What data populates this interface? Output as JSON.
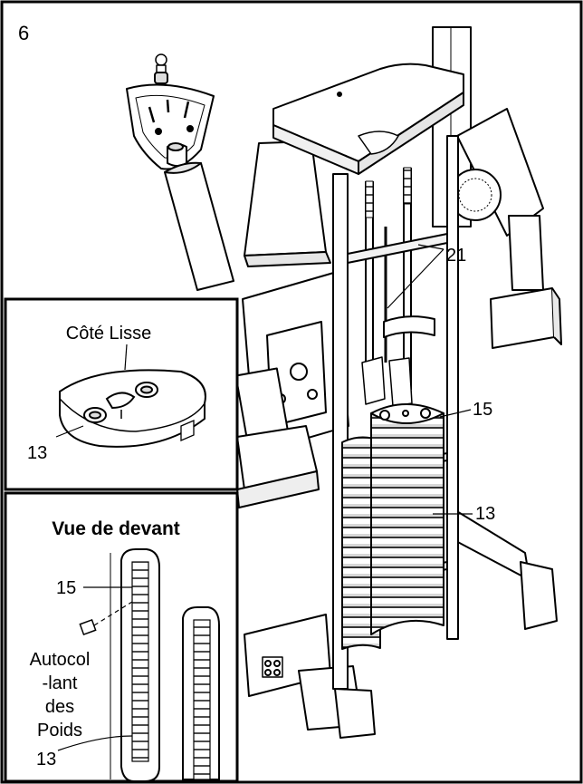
{
  "step": "6",
  "callouts": {
    "rod": "21",
    "top_plate": "15",
    "plates": "13"
  },
  "inset_smooth": {
    "label": "Côté Lisse",
    "part": "13"
  },
  "inset_front": {
    "title": "Vue de devant",
    "top_part": "15",
    "bottom_part": "13",
    "decal_label": [
      "Autocol",
      "-lant",
      "des",
      "Poids"
    ]
  }
}
